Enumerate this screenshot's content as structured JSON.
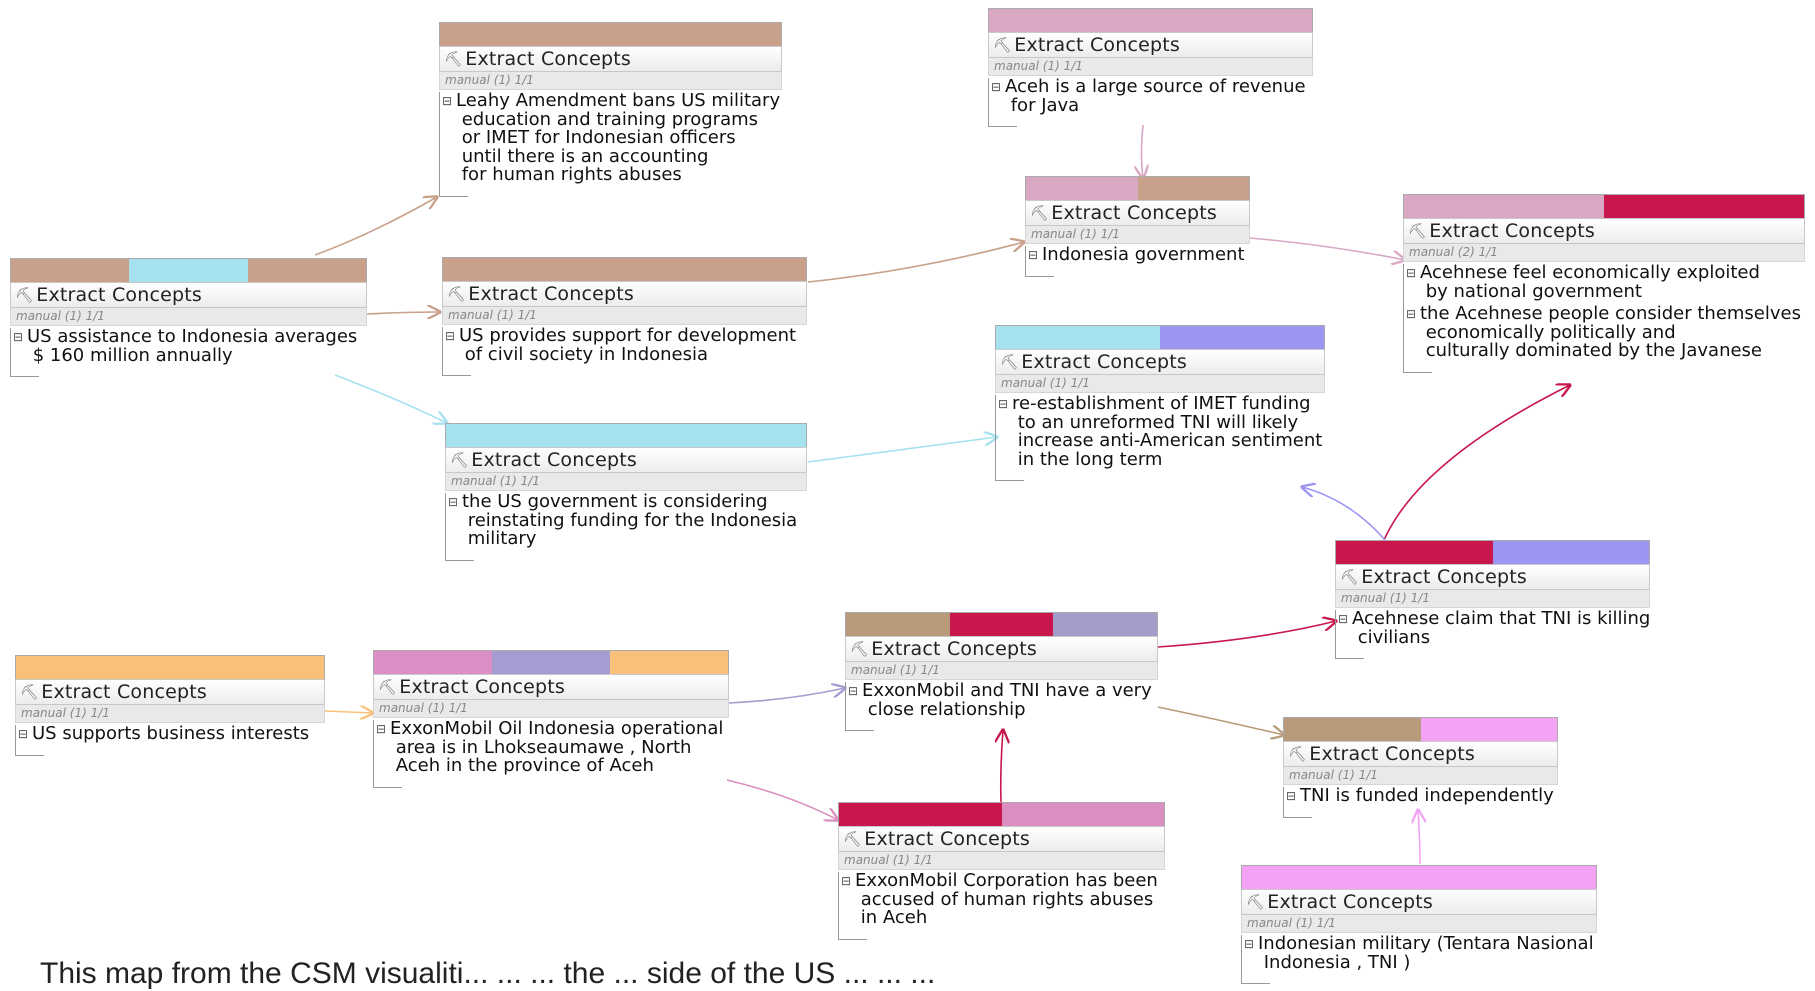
{
  "caption": "This map from the CSM visualiti... ... ... the ... side of the US ... ... ...",
  "colors": {
    "tan": "#c9a08a",
    "cyan": "#a6e1f0",
    "pink": "#d9a7c3",
    "crimson": "#c8174c",
    "lavender": "#9b96f2",
    "orange": "#f8c17a",
    "mauve": "#dc8fc7",
    "slate": "#a79cd2",
    "khaki": "#b99a7b",
    "purplegray": "#a49dc9",
    "violet": "#f3a3f3",
    "rose": "#db8fc0"
  },
  "nodes": [
    {
      "id": "n1",
      "title": "Extract Concepts",
      "meta": "manual (1) 1/1",
      "icon": "concept-icon",
      "bars": [
        "tan"
      ],
      "statements": [
        "Leahy Amendment bans US military\n education and training programs\n or IMET for Indonesian officers\n until there is an accounting\n for human rights abuses"
      ]
    },
    {
      "id": "n2",
      "title": "Extract Concepts",
      "meta": "manual (1) 1/1",
      "icon": "concept-icon",
      "bars": [
        "pink"
      ],
      "statements": [
        "Aceh is a large source of revenue\n for Java"
      ]
    },
    {
      "id": "n3",
      "title": "Extract Concepts",
      "meta": "manual (1) 1/1",
      "icon": "concept-icon",
      "bars": [
        "pink",
        "tan"
      ],
      "statements": [
        "Indonesia government"
      ]
    },
    {
      "id": "n4",
      "title": "Extract Concepts",
      "meta": "manual (2) 1/1",
      "icon": "concept-icon",
      "bars": [
        "pink",
        "crimson"
      ],
      "statements": [
        "Acehnese feel economically exploited\n by national government",
        "the Acehnese people consider themselves\n economically politically and\n culturally dominated by the Javanese"
      ]
    },
    {
      "id": "n5",
      "title": "Extract Concepts",
      "meta": "manual (1) 1/1",
      "icon": "concept-icon",
      "bars": [
        "tan",
        "cyan",
        "tan"
      ],
      "statements": [
        "US assistance to Indonesia averages\n $ 160 million annually"
      ]
    },
    {
      "id": "n6",
      "title": "Extract Concepts",
      "meta": "manual (1) 1/1",
      "icon": "concept-icon",
      "bars": [
        "tan"
      ],
      "statements": [
        "US provides support for development\n of civil society in Indonesia"
      ]
    },
    {
      "id": "n7",
      "title": "Extract Concepts",
      "meta": "manual (1) 1/1",
      "icon": "concept-icon",
      "bars": [
        "cyan",
        "lavender"
      ],
      "statements": [
        "re-establishment of IMET funding\n to an unreformed TNI will likely\n increase anti-American sentiment\n in the long term"
      ]
    },
    {
      "id": "n8",
      "title": "Extract Concepts",
      "meta": "manual (1) 1/1",
      "icon": "concept-icon",
      "bars": [
        "cyan"
      ],
      "statements": [
        "the US government is considering\n reinstating funding for the Indonesia\n military"
      ]
    },
    {
      "id": "n9",
      "title": "Extract Concepts",
      "meta": "manual (1) 1/1",
      "icon": "concept-icon",
      "bars": [
        "crimson",
        "lavender"
      ],
      "statements": [
        "Acehnese claim that TNI is killing\n civilians"
      ]
    },
    {
      "id": "n10",
      "title": "Extract Concepts",
      "meta": "manual (1) 1/1",
      "icon": "concept-icon",
      "bars": [
        "orange"
      ],
      "statements": [
        "US supports business interests"
      ]
    },
    {
      "id": "n11",
      "title": "Extract Concepts",
      "meta": "manual (1) 1/1",
      "icon": "concept-icon",
      "bars": [
        "mauve",
        "slate",
        "orange"
      ],
      "statements": [
        "ExxonMobil Oil Indonesia operational\n area is in Lhokseaumawe , North\n Aceh in the province of Aceh"
      ]
    },
    {
      "id": "n12",
      "title": "Extract Concepts",
      "meta": "manual (1) 1/1",
      "icon": "concept-icon",
      "bars": [
        "khaki",
        "crimson",
        "purplegray"
      ],
      "statements": [
        "ExxonMobil and TNI have a very\n close relationship"
      ]
    },
    {
      "id": "n13",
      "title": "Extract Concepts",
      "meta": "manual (1) 1/1",
      "icon": "concept-icon",
      "bars": [
        "khaki",
        "violet"
      ],
      "statements": [
        "TNI is funded independently"
      ]
    },
    {
      "id": "n14",
      "title": "Extract Concepts",
      "meta": "manual (1) 1/1",
      "icon": "concept-icon",
      "bars": [
        "crimson",
        "rose"
      ],
      "statements": [
        "ExxonMobil Corporation has been\n accused of human rights abuses\n in Aceh"
      ]
    },
    {
      "id": "n15",
      "title": "Extract Concepts",
      "meta": "manual (1) 1/1",
      "icon": "concept-icon",
      "bars": [
        "violet"
      ],
      "statements": [
        "Indonesian military (Tentara Nasional\n Indonesia , TNI )"
      ]
    }
  ]
}
